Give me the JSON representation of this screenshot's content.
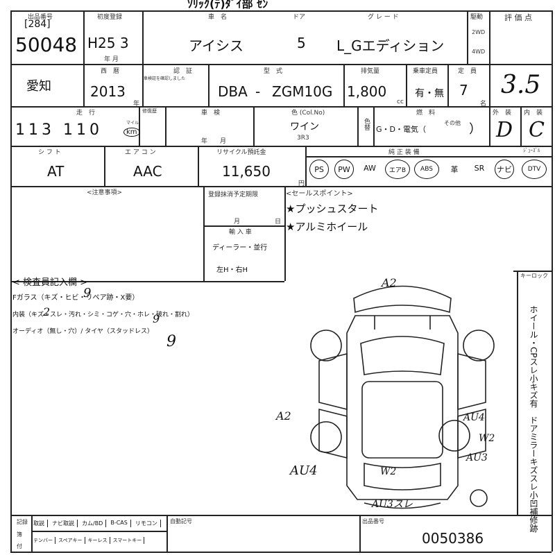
{
  "header": {
    "top_partial": "ｿﾘｯｸ(ﾃ)ﾀﾞｲ部 ｾﾝ",
    "lot_label": "出品番号",
    "lot_prefix": "[284]",
    "lot_number": "50048",
    "year_label": "初度登録",
    "year_value": "H25 3",
    "year_unit": "年 月",
    "name_label": "車　名",
    "car_name": "アイシス",
    "door_label": "ドア",
    "doors": "5",
    "grade_label": "グ レ ー ド",
    "grade": "L_Gエディション",
    "drive_label": "駆動",
    "drive_2wd": "2WD",
    "drive_4wd": "4WD",
    "score_label": "評 価 点",
    "score": "3.5"
  },
  "row2": {
    "region": "愛知",
    "year_label": "西　暦",
    "year": "2013",
    "year_unit": "年",
    "chassis_label": "認　証",
    "chassis_note": "車検証を確認しました",
    "model_label": "型　式",
    "model_prefix": "DBA",
    "model_dash": "-",
    "model": "ZGM10G",
    "cc_label": "排気量",
    "cc": "1,800",
    "cc_unit": "cc",
    "ps_label": "乗車定員",
    "turbo": "有・無",
    "capacity_label": "定　員",
    "capacity": "7",
    "capacity_unit": "名"
  },
  "row3": {
    "mileage_label": "走　行",
    "mileage": "113 110",
    "mileage_unit": "km",
    "mileage_unit_small": "マイル",
    "repair_label": "修復歴",
    "inspection_label": "車　検",
    "inspection_unit": "年　　月",
    "color_label": "色 (Col.No)",
    "color": "ワイン",
    "color_code": "3R3",
    "color_change_label": "色替",
    "fuel_label": "燃　料",
    "fuel_options": "G・D・電気（",
    "fuel_other": "その他",
    "fuel_close": "）",
    "ext_label": "外　装",
    "ext": "D",
    "int_label": "内　装",
    "int": "C"
  },
  "row4": {
    "shift_label": "シ フ ト",
    "shift": "AT",
    "aircon_label": "エ ア コ ン",
    "aircon": "AAC",
    "recycle_label": "リサイクル預託金",
    "recycle": "11,650",
    "recycle_unit": "円",
    "equip_label": "純 正 装 備",
    "equip": [
      {
        "name": "PS",
        "circled": true
      },
      {
        "name": "PW",
        "circled": true
      },
      {
        "name": "AW",
        "circled": false
      },
      {
        "name": "エアB",
        "circled": true
      },
      {
        "name": "ABS",
        "circled": true
      },
      {
        "name": "革",
        "circled": false
      },
      {
        "name": "SR",
        "circled": false
      },
      {
        "name": "ナビ",
        "circled": true
      },
      {
        "name": "DTV",
        "circled": true
      }
    ],
    "equip_extra_label": "ｼﾞｭｰｽﾞﾙ"
  },
  "notes": {
    "caution_label": "<注意事項>",
    "reg_label": "登録抹消予定期限",
    "reg_month": "月",
    "reg_day": "日",
    "import_label": "輸 入 車",
    "import_value": "ディーラー・並行",
    "handle": "左H・右H",
    "sales_label": "<セールスポイント>",
    "sales_points": [
      "★プッシュスタート",
      "★アルミホイール"
    ]
  },
  "inspector": {
    "title": "< 検査員記入欄 >",
    "lines": [
      "Fガラス（キズ・ヒビ・リペア跡・X要）",
      "内装（キズ・スレ・汚れ・シミ・コゲ・穴・ホレ・破れ・割れ）",
      "オーディオ（無し・穴）/ タイヤ（スタッドレス）"
    ],
    "handwriting": [
      "9",
      "2",
      "9",
      "9"
    ]
  },
  "diagram_marks": [
    "A2",
    "A2",
    "AU4",
    "W2",
    "AU3",
    "AU4",
    "W2",
    "AU3スレ"
  ],
  "side_notes": {
    "keylock_label": "キーロック",
    "vertical_text": "ホイール・CPスレ小キズ有　ドアミラーキズスレ小凹補修跡"
  },
  "footer": {
    "row1_items": [
      "取説",
      "ナビ取説",
      "カム/BD",
      "B-CAS",
      "リモコン"
    ],
    "row2_items": [
      "テンバー",
      "スペアキー",
      "キーレス",
      "スマートキー"
    ],
    "left_label": "記録",
    "left_label2": "簿",
    "left_label3": "付",
    "notes_label": "自動記号",
    "number_label": "出品番号",
    "number": "0050386"
  }
}
